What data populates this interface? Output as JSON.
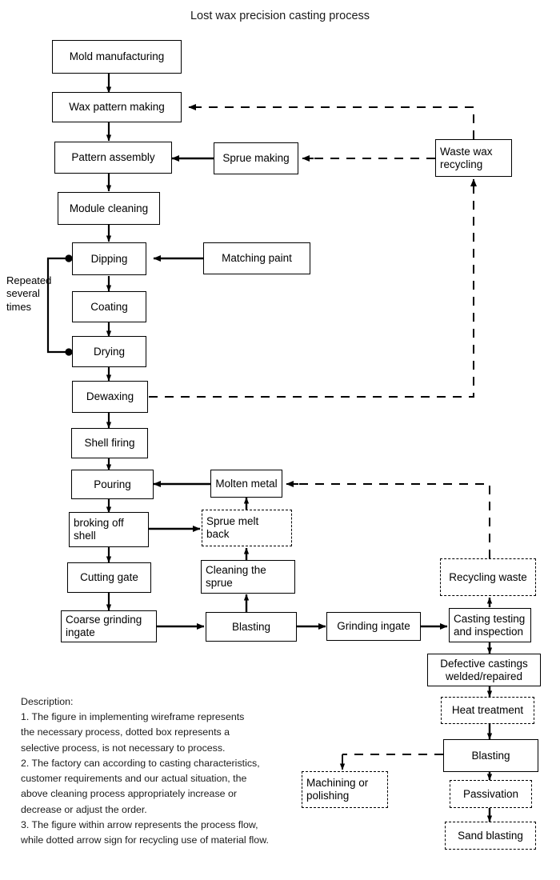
{
  "diagram": {
    "title": "Lost wax precision casting process",
    "loop_label": "Repeated\nseveral\ntimes",
    "nodes": {
      "mold_manufacturing": "Mold manufacturing",
      "wax_pattern_making": "Wax pattern making",
      "pattern_assembly": "Pattern assembly",
      "module_cleaning": "Module cleaning",
      "dipping": "Dipping",
      "coating": "Coating",
      "drying": "Drying",
      "dewaxing": "Dewaxing",
      "shell_firing": "Shell firing",
      "pouring": "Pouring",
      "broking_off_shell": "broking off\nshell",
      "cutting_gate": "Cutting gate",
      "coarse_grinding_ingate": "Coarse grinding\ningate",
      "sprue_making": "Sprue making",
      "waste_wax_recycling": "Waste wax\nrecycling",
      "matching_paint": "Matching paint",
      "molten_metal": "Molten metal",
      "sprue_melt_back": "Sprue melt\nback",
      "cleaning_the_sprue": "Cleaning the\nsprue",
      "blasting": "Blasting",
      "grinding_ingate": "Grinding ingate",
      "recycling_waste": "Recycling waste",
      "casting_testing_and_inspection": "Casting testing\nand inspection",
      "defective_castings": "Defective castings\nwelded/repaired",
      "heat_treatment": "Heat treatment",
      "blasting_2": "Blasting",
      "passivation": "Passivation",
      "sand_blasting": "Sand blasting",
      "machining_or_polishing": "Machining or\npolishing"
    },
    "description": {
      "heading": "Description:",
      "line1": "1. The figure in implementing wireframe represents the necessary process, dotted box represents a selective process, is not necessary to process.",
      "line2": "2. The factory can according to casting characteristics, customer requirements and our actual situation, the above cleaning process appropriately increase or decrease or adjust the order.",
      "line3": "3. The figure within arrow represents the process flow, while dotted arrow sign for recycling use of material flow.",
      "full": "Description:\n1. The figure in implementing wireframe represents\nthe necessary process, dotted box represents a\nselective process, is not necessary to process.\n2. The factory can according to casting characteristics,\ncustomer requirements and our actual situation, the\nabove cleaning process appropriately increase or\ndecrease or adjust the order.\n3. The figure within arrow represents the process flow,\nwhile dotted arrow sign for recycling use of material flow."
    },
    "colors": {
      "stroke": "#000000",
      "background": "#ffffff",
      "text": "#000000"
    },
    "legend": {
      "solid_box_meaning": "necessary process",
      "dotted_box_meaning": "selective process",
      "solid_arrow_meaning": "process flow",
      "dotted_arrow_meaning": "recycling use of material flow"
    }
  }
}
